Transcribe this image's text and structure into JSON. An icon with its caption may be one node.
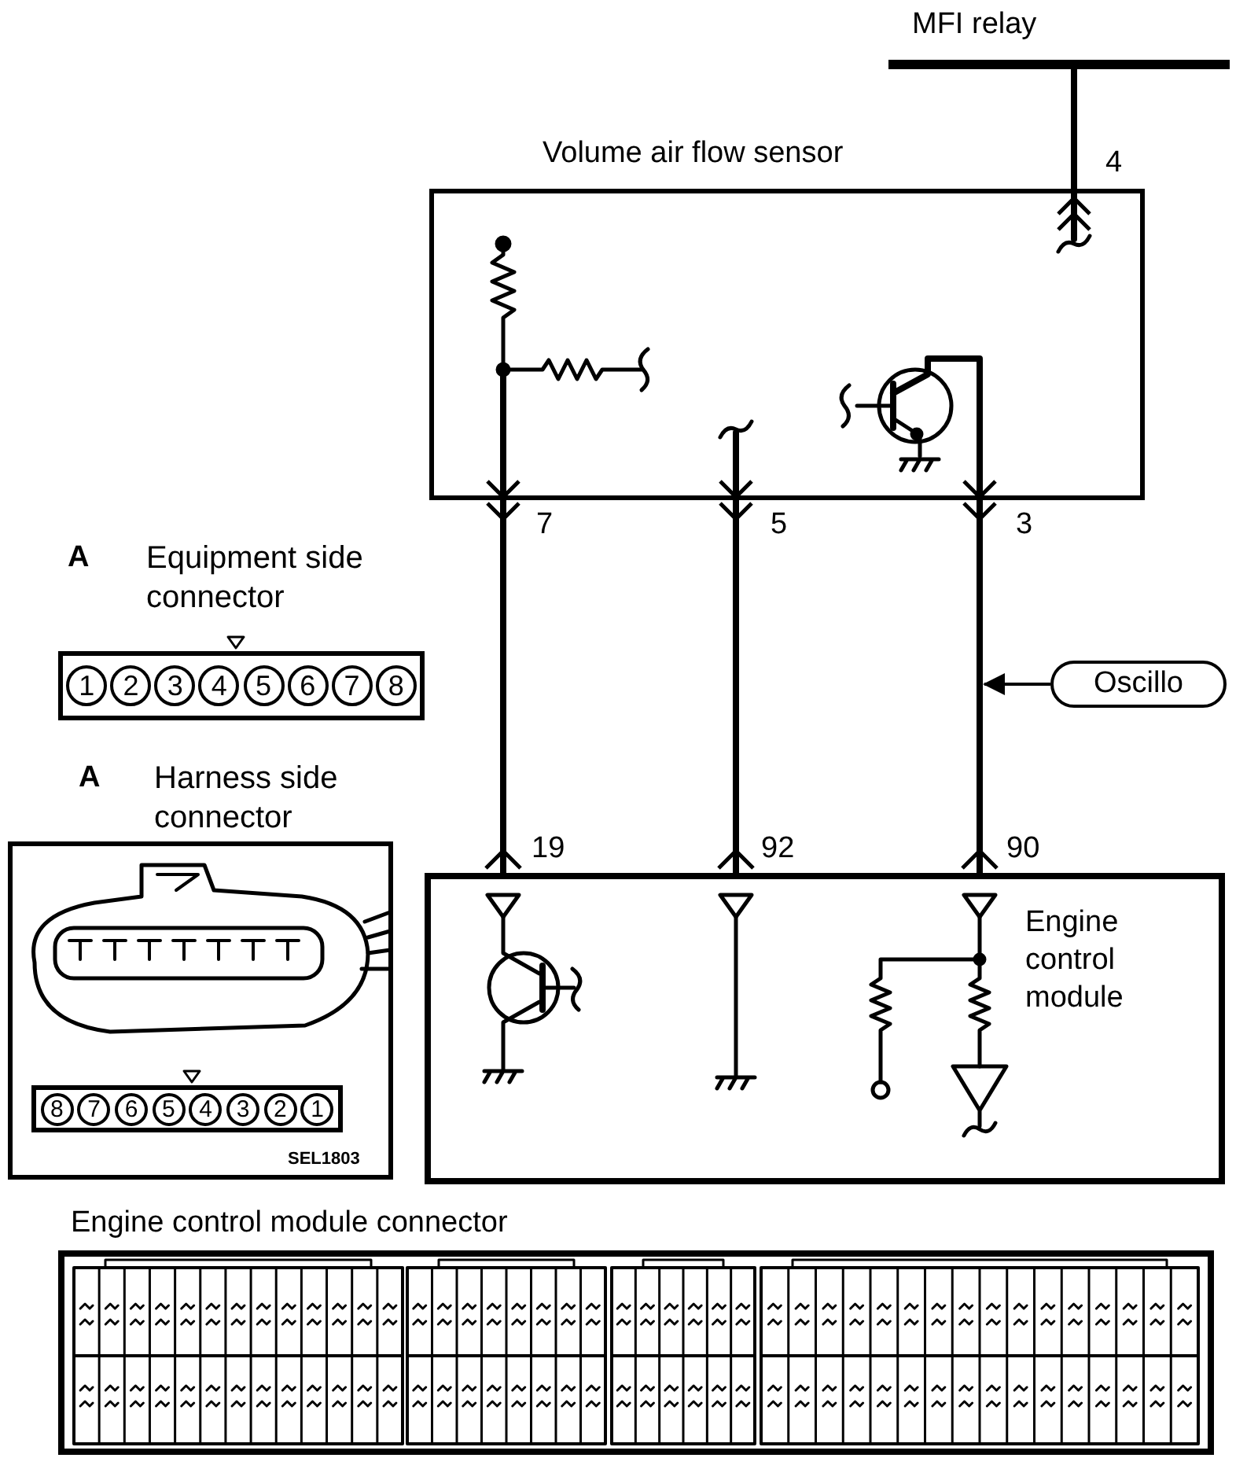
{
  "diagram": {
    "nodes": [
      {
        "text": [
          "MFI relay"
        ]
      },
      {
        "text": [
          "Volume air flow sensor"
        ]
      },
      {
        "text": [
          "Engine control module"
        ]
      },
      {
        "text": [
          "Oscillo"
        ]
      }
    ],
    "edges": [
      {
        "from": 0,
        "to": 1,
        "arrow": "other"
      },
      {
        "from": 1,
        "to": 2,
        "arrow": "other"
      },
      {
        "from": 1,
        "to": 2,
        "arrow": "other"
      },
      {
        "from": 1,
        "to": 2,
        "arrow": "other"
      },
      {
        "from": 3,
        "to": null,
        "arrow": "to"
      }
    ],
    "labels": [
      "4",
      "7",
      "5",
      "3",
      "A",
      "Equipment side connector",
      "1",
      "2",
      "3",
      "4",
      "5",
      "6",
      "7",
      "8",
      "A",
      "Harness side connector",
      "19",
      "92",
      "90",
      "8",
      "7",
      "6",
      "5",
      "4",
      "3",
      "2",
      "1",
      "SEL1803",
      "Engine control module connector"
    ]
  }
}
